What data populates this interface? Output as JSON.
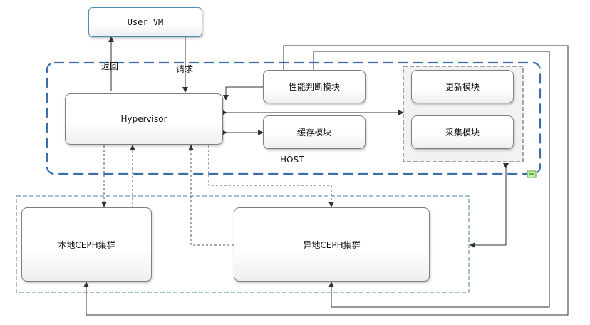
{
  "user_vm": "User VM",
  "hypervisor": "Hypervisor",
  "perf_module": "性能判断模块",
  "cache_module": "缓存模块",
  "update_module": "更新模块",
  "collect_module": "采集模块",
  "host_label": "HOST",
  "local_ceph": "本地CEPH集群",
  "remote_ceph": "异地CEPH集群",
  "return_label": "返回",
  "request_label": "请求",
  "colors": {
    "host_border": "#3c6fa8",
    "ceph_group_border": "#4a7fb0",
    "line": "#333333",
    "dotted_line": "#555555"
  }
}
